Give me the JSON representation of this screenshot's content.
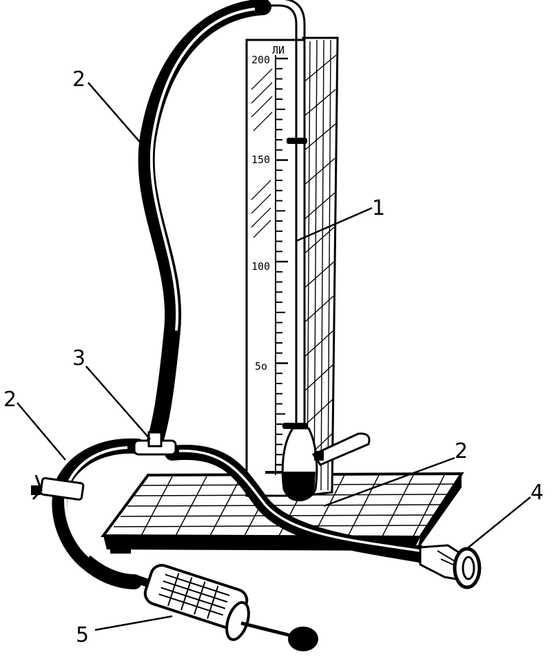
{
  "scale": {
    "ticks": [
      {
        "value": 200,
        "label": "200"
      },
      {
        "value": 150,
        "label": "150"
      },
      {
        "value": 100,
        "label": "100"
      },
      {
        "value": 50,
        "label": "5o"
      }
    ],
    "top_text": "ЛИ"
  },
  "callouts": [
    {
      "id": "c1",
      "text": "1"
    },
    {
      "id": "c2a",
      "text": "2"
    },
    {
      "id": "c2b",
      "text": "2"
    },
    {
      "id": "c2c",
      "text": "2"
    },
    {
      "id": "c3",
      "text": "3"
    },
    {
      "id": "c4",
      "text": "4"
    },
    {
      "id": "c5",
      "text": "5"
    }
  ]
}
